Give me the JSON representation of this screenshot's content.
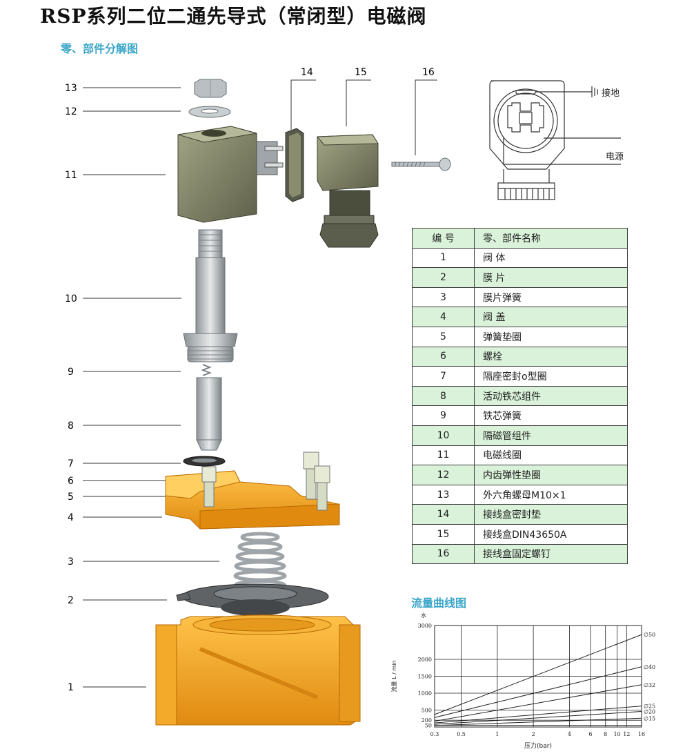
{
  "title": "RSP系列二位二通先导式（常闭型）电磁阀",
  "sections": {
    "parts": "零、部件分解图",
    "flow": "流量曲线图"
  },
  "callouts": [
    "1",
    "2",
    "3",
    "4",
    "5",
    "6",
    "7",
    "8",
    "9",
    "10",
    "11",
    "12",
    "13",
    "14",
    "15",
    "16"
  ],
  "wiring": {
    "ground": "接地",
    "power": "电源"
  },
  "table": {
    "headers": [
      "编 号",
      "零、部件名称"
    ],
    "rows": [
      {
        "num": "1",
        "name": "阀  体"
      },
      {
        "num": "2",
        "name": "膜  片"
      },
      {
        "num": "3",
        "name": "膜片弹簧"
      },
      {
        "num": "4",
        "name": "阀  盖"
      },
      {
        "num": "5",
        "name": "弹簧垫圈"
      },
      {
        "num": "6",
        "name": "螺栓"
      },
      {
        "num": "7",
        "name": "隔座密封o型圈"
      },
      {
        "num": "8",
        "name": "活动铁芯组件"
      },
      {
        "num": "9",
        "name": "铁芯弹簧"
      },
      {
        "num": "10",
        "name": "隔磁管组件"
      },
      {
        "num": "11",
        "name": "电磁线圈"
      },
      {
        "num": "12",
        "name": "内齿弹性垫圈"
      },
      {
        "num": "13",
        "name": "外六角螺母M10×1"
      },
      {
        "num": "14",
        "name": "接线盒密封垫"
      },
      {
        "num": "15",
        "name": "接线盒DIN43650A"
      },
      {
        "num": "16",
        "name": "接线盒固定螺钉"
      }
    ]
  },
  "colors": {
    "accent": "#3aa6c8",
    "valve_orange": "#f0a020",
    "table_green": "#d9f2d9",
    "coil_olive": "#8a8c6e"
  },
  "chart_data": {
    "type": "line",
    "ylabel": "流量 L / min",
    "xlabel": "压力(bar)",
    "medium": "水",
    "x_ticks": [
      "0.3",
      "0.5",
      "1",
      "2",
      "4",
      "6",
      "8",
      "10",
      "12",
      "16"
    ],
    "y_ticks": [
      "50",
      "200",
      "500",
      "1000",
      "1500",
      "2000",
      "3000"
    ],
    "grid": true,
    "series": [
      {
        "name": "∅50",
        "x": [
          0.3,
          16
        ],
        "y": [
          370,
          2730
        ]
      },
      {
        "name": "∅40",
        "x": [
          0.3,
          16
        ],
        "y": [
          280,
          1780
        ]
      },
      {
        "name": "∅32",
        "x": [
          0.3,
          16
        ],
        "y": [
          170,
          1250
        ]
      },
      {
        "name": "∅25",
        "x": [
          0.3,
          16
        ],
        "y": [
          120,
          620
        ]
      },
      {
        "name": "∅20",
        "x": [
          0.3,
          16
        ],
        "y": [
          80,
          460
        ]
      },
      {
        "name": "∅15",
        "x": [
          0.3,
          16
        ],
        "y": [
          45,
          260
        ]
      }
    ]
  }
}
